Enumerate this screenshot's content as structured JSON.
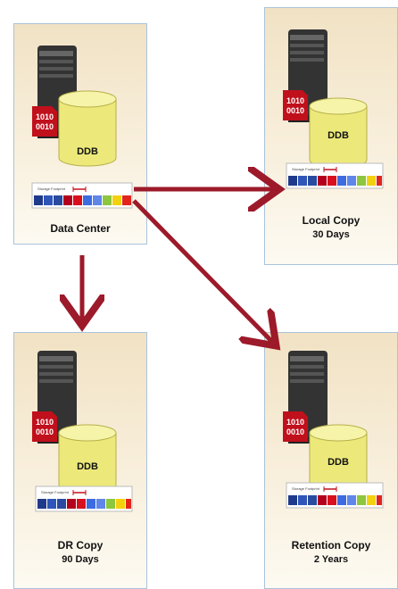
{
  "nodes": {
    "data_center": {
      "db_label": "DDB",
      "chip_top": "1010",
      "chip_bottom": "0010",
      "footprint_label": "Storage Footprint",
      "title": "Data Center",
      "subtitle": ""
    },
    "local_copy": {
      "db_label": "DDB",
      "chip_top": "1010",
      "chip_bottom": "0010",
      "footprint_label": "Storage Footprint",
      "title": "Local Copy",
      "subtitle": "30 Days"
    },
    "dr_copy": {
      "db_label": "DDB",
      "chip_top": "1010",
      "chip_bottom": "0010",
      "footprint_label": "Storage Footprint",
      "title": "DR Copy",
      "subtitle": "90 Days"
    },
    "retention_copy": {
      "db_label": "DDB",
      "chip_top": "1010",
      "chip_bottom": "0010",
      "footprint_label": "Storage Footprint",
      "title": "Retention Copy",
      "subtitle": "2 Years"
    }
  },
  "colors": {
    "arrow": "#9c1a2a",
    "panel_border": "#a9c3db",
    "cylinder": "#ece97a",
    "blocks": [
      "#1f3a8a",
      "#2f55b8",
      "#2a4aa0",
      "#b3001b",
      "#d8101e",
      "#3d6be0",
      "#5f86e8",
      "#8dc63f",
      "#f3d10f",
      "#e2251b"
    ]
  },
  "edges": [
    {
      "from": "data_center",
      "to": "local_copy"
    },
    {
      "from": "data_center",
      "to": "dr_copy"
    },
    {
      "from": "data_center",
      "to": "retention_copy"
    }
  ]
}
